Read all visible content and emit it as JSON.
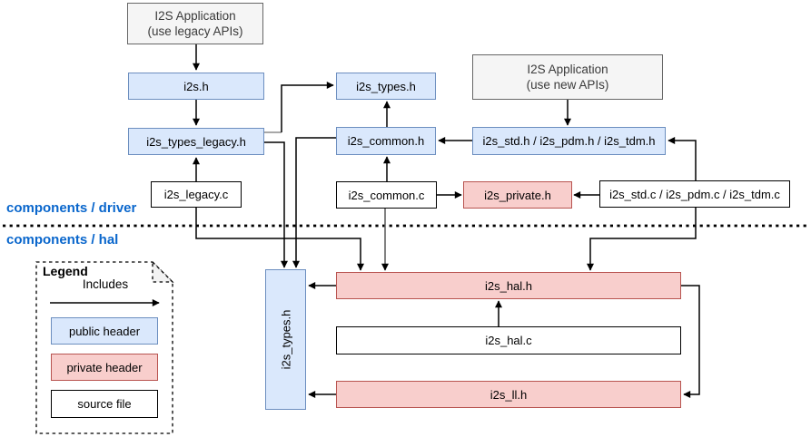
{
  "diagram": {
    "sections": {
      "driver_label": "components / driver",
      "hal_label": "components / hal"
    },
    "nodes": {
      "app_legacy": {
        "line1": "I2S Application",
        "line2": "(use legacy APIs)",
        "type": "application"
      },
      "i2s_h": {
        "label": "i2s.h",
        "type": "public header"
      },
      "i2s_types_legacy_h": {
        "label": "i2s_types_legacy.h",
        "type": "public header"
      },
      "i2s_legacy_c": {
        "label": "i2s_legacy.c",
        "type": "source file"
      },
      "i2s_types_h_driver": {
        "label": "i2s_types.h",
        "type": "public header"
      },
      "i2s_common_h": {
        "label": "i2s_common.h",
        "type": "public header"
      },
      "i2s_common_c": {
        "label": "i2s_common.c",
        "type": "source file"
      },
      "i2s_private_h": {
        "label": "i2s_private.h",
        "type": "private header"
      },
      "app_new": {
        "line1": "I2S Application",
        "line2": "(use new APIs)",
        "type": "application"
      },
      "i2s_std_pdm_tdm_h": {
        "label": "i2s_std.h / i2s_pdm.h / i2s_tdm.h",
        "type": "public header"
      },
      "i2s_std_pdm_tdm_c": {
        "label": "i2s_std.c / i2s_pdm.c / i2s_tdm.c",
        "type": "source file"
      },
      "i2s_types_h_hal": {
        "label": "i2s_types.h",
        "type": "public header"
      },
      "i2s_hal_h": {
        "label": "i2s_hal.h",
        "type": "private header"
      },
      "i2s_hal_c": {
        "label": "i2s_hal.c",
        "type": "source file"
      },
      "i2s_ll_h": {
        "label": "i2s_ll.h",
        "type": "private header"
      }
    },
    "legend": {
      "title": "Legend",
      "arrow_label": "Includes",
      "items": [
        {
          "label": "public header"
        },
        {
          "label": "private header"
        },
        {
          "label": "source file"
        }
      ]
    },
    "colors": {
      "public_header_fill": "#dae8fc",
      "public_header_border": "#6c8ebf",
      "private_header_fill": "#f8cecc",
      "private_header_border": "#b85450",
      "application_fill": "#f5f5f5",
      "application_border": "#666666",
      "source_fill": "#ffffff",
      "source_border": "#000000",
      "section_label": "#0966cc",
      "connector": "#000000"
    }
  }
}
